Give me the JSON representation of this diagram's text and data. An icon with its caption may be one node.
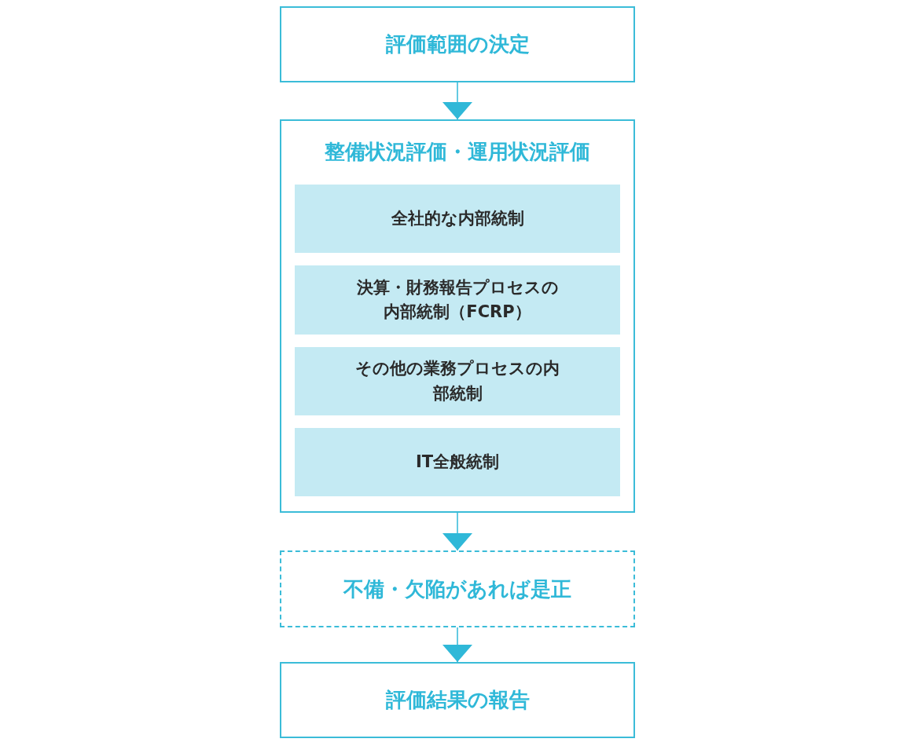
{
  "diagram": {
    "nodes": [
      {
        "text": [
          "評価範囲の決定"
        ]
      },
      {
        "text": [
          "整備状況評価・運用状況評価"
        ]
      },
      {
        "text": [
          "全社的な内部統制"
        ],
        "in": 1
      },
      {
        "text": [
          "決算・財務報告プロセスの内部統制（FCRP）"
        ],
        "in": 1
      },
      {
        "text": [
          "その他の業務プロセスの内部統制"
        ],
        "in": 1
      },
      {
        "text": [
          "IT全般統制"
        ],
        "in": 1
      },
      {
        "text": [
          "不備・欠陥があれば是正"
        ]
      },
      {
        "text": [
          "評価結果の報告"
        ]
      }
    ],
    "edges": [
      {
        "from": 0,
        "to": 1,
        "arrow": "to"
      },
      {
        "from": 1,
        "to": 6,
        "arrow": "to"
      },
      {
        "from": 6,
        "to": 7,
        "arrow": "to"
      }
    ]
  }
}
